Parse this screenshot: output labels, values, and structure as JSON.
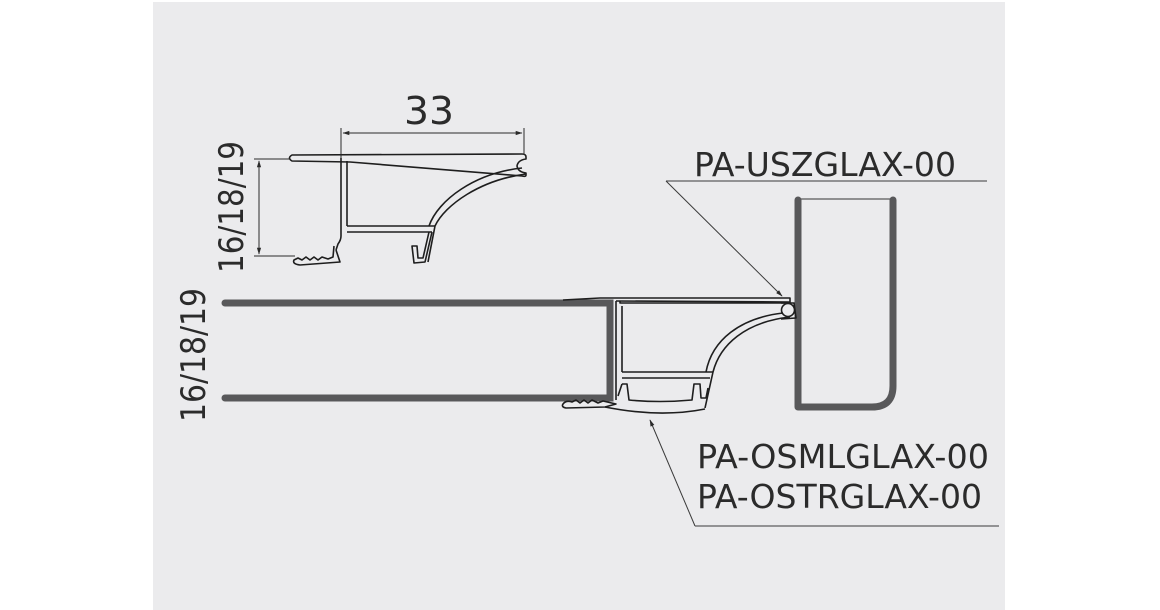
{
  "colors": {
    "background": "#ffffff",
    "panel": "#ebebed",
    "profile_stroke": "#1e1e1e",
    "glass_stroke": "#58585a",
    "text": "#2b2b2b",
    "leader": "#3a3a3a"
  },
  "detail_view": {
    "width_dimension": "33",
    "height_dimension": "16/18/19"
  },
  "assembly_view": {
    "panel_thickness_dimension": "16/18/19"
  },
  "part_labels": {
    "top_part": "PA-USZGLAX-00",
    "bottom_part_1": "PA-OSMLGLAX-00",
    "bottom_part_2": "PA-OSTRGLAX-00"
  }
}
